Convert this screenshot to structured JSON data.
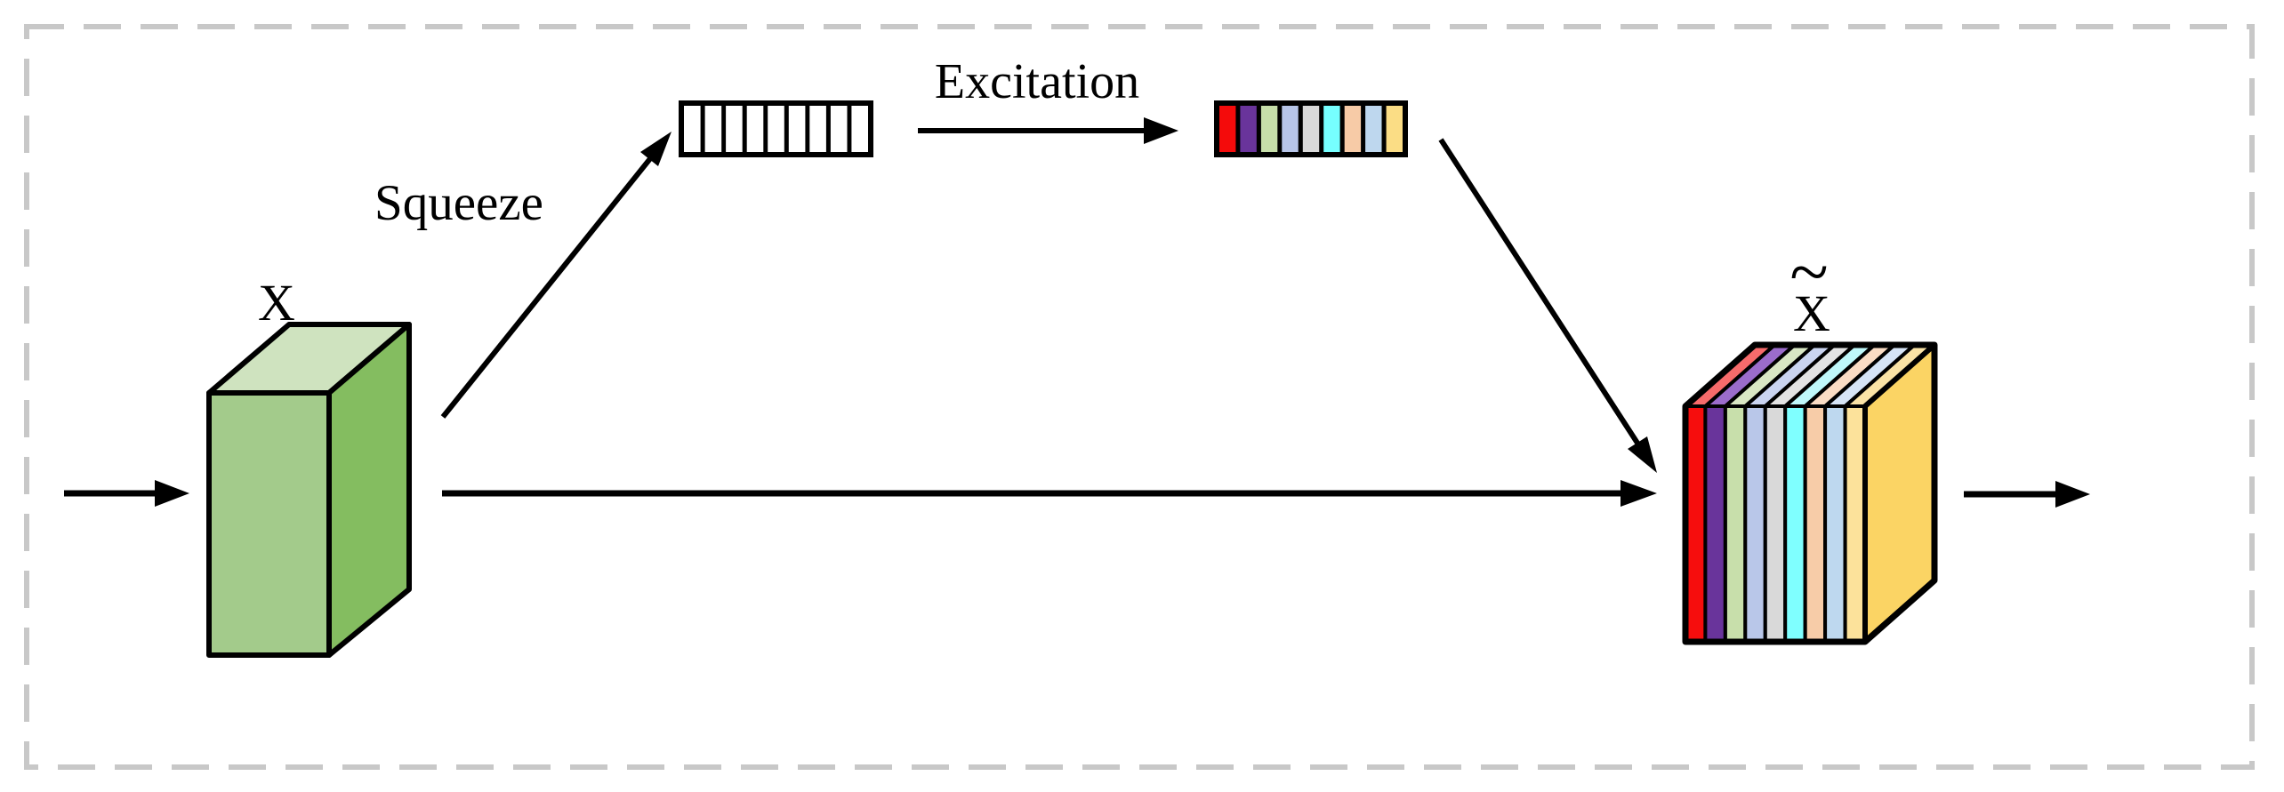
{
  "figure": {
    "title": "squeeze-excitation-block",
    "background": "#ffffff",
    "border_color": "#c8c8c8",
    "line_color": "#000000"
  },
  "labels": {
    "input_tensor": "X",
    "squeeze": "Squeeze",
    "excitation": "Excitation",
    "output_tensor_tilde": "~",
    "output_tensor": "X"
  },
  "input_tensor": {
    "face_colors": {
      "front": "#a3cb8b",
      "top": "#cfe3bf",
      "side": "#84bd60"
    }
  },
  "squeeze_vector": {
    "num_cells": 9,
    "cell_color": "#ffffff",
    "frame_color": "#000000"
  },
  "excitation_vector": {
    "num_cells": 9,
    "frame_color": "#000000",
    "cell_colors": [
      "#f40b0b",
      "#69349b",
      "#c6dea9",
      "#b7c5e8",
      "#d9d9d9",
      "#76ffff",
      "#f7cba7",
      "#bed7ee",
      "#fbdd85"
    ]
  },
  "output_tensor": {
    "num_channels": 9,
    "channel_front_colors": [
      "#f60d0d",
      "#69349b",
      "#c8dfab",
      "#b9c7e9",
      "#d9d9d9",
      "#7fffff",
      "#f7cca8",
      "#bed8ef",
      "#fce29b"
    ],
    "channel_top_colors": [
      "#f76b6b",
      "#9b6ccb",
      "#d9e7c4",
      "#cad4f0",
      "#e3e3e3",
      "#bff8fa",
      "#fadcc4",
      "#d6e4f6",
      "#fae3a6"
    ],
    "side_color": "#fbd464"
  }
}
